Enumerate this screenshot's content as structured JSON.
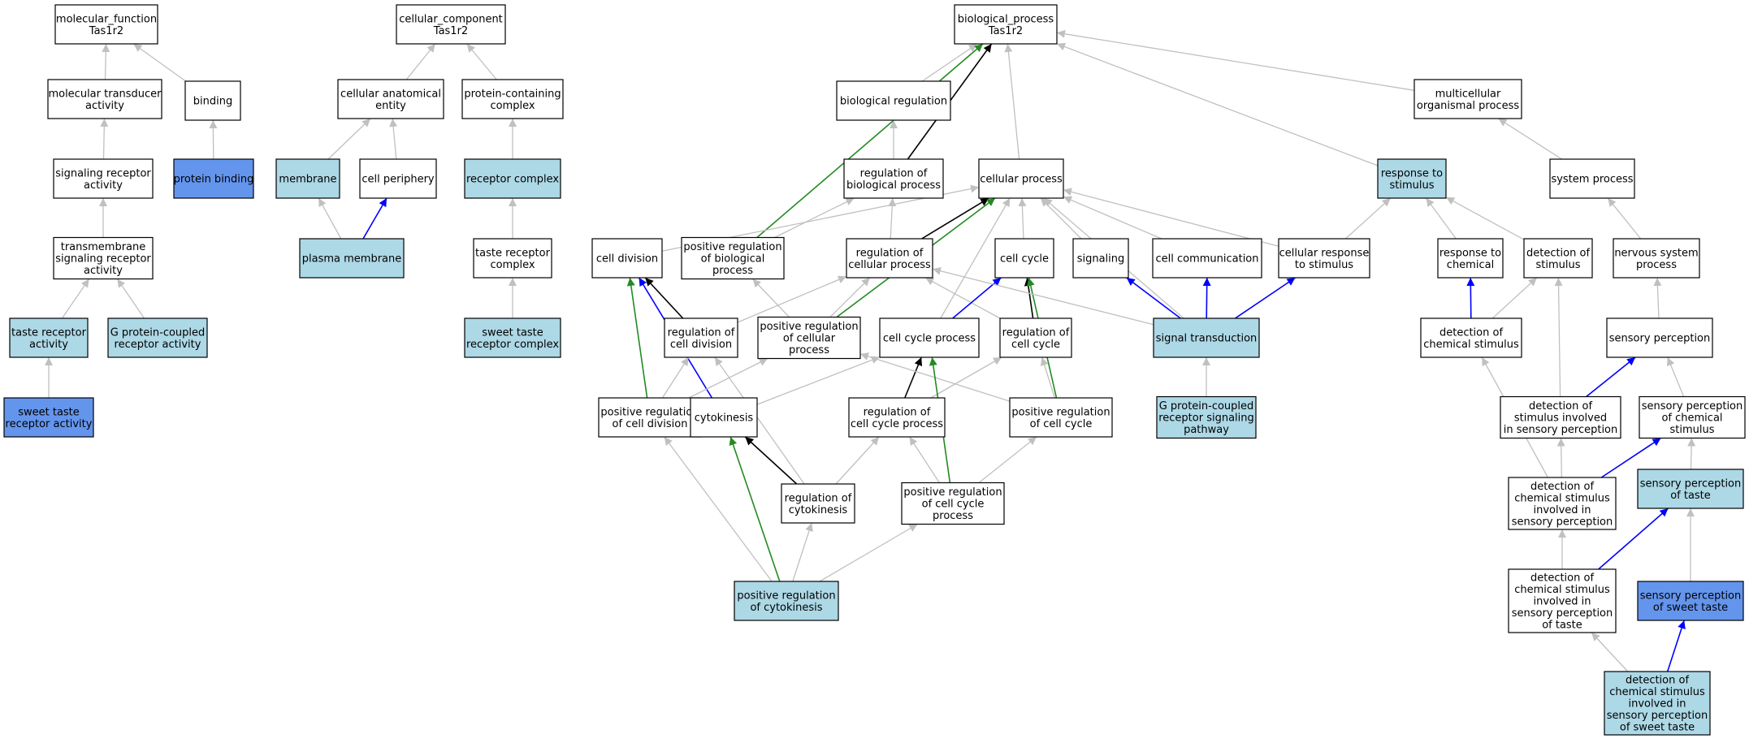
{
  "colors": {
    "plain": "#ffffff",
    "light": "#add8e6",
    "dark": "#6495ed",
    "gray": "#c0c0c0",
    "black": "#000000",
    "blue": "#0000ff",
    "green": "#228b22"
  },
  "nodes": [
    {
      "id": "mf",
      "lines": [
        "molecular_function",
        "Tas1r2"
      ],
      "style": "plain"
    },
    {
      "id": "mta",
      "lines": [
        "molecular transducer",
        "activity"
      ],
      "style": "plain"
    },
    {
      "id": "binding",
      "lines": [
        "binding"
      ],
      "style": "plain"
    },
    {
      "id": "sra",
      "lines": [
        "signaling receptor",
        "activity"
      ],
      "style": "plain"
    },
    {
      "id": "pb",
      "lines": [
        "protein binding"
      ],
      "style": "dark"
    },
    {
      "id": "tsra",
      "lines": [
        "transmembrane",
        "signaling receptor",
        "activity"
      ],
      "style": "plain"
    },
    {
      "id": "tra",
      "lines": [
        "taste receptor",
        "activity"
      ],
      "style": "light"
    },
    {
      "id": "gpcra",
      "lines": [
        "G protein-coupled",
        "receptor activity"
      ],
      "style": "light"
    },
    {
      "id": "stra",
      "lines": [
        "sweet taste",
        "receptor activity"
      ],
      "style": "dark"
    },
    {
      "id": "cc",
      "lines": [
        "cellular_component",
        "Tas1r2"
      ],
      "style": "plain"
    },
    {
      "id": "cae",
      "lines": [
        "cellular anatomical",
        "entity"
      ],
      "style": "plain"
    },
    {
      "id": "pcc",
      "lines": [
        "protein-containing",
        "complex"
      ],
      "style": "plain"
    },
    {
      "id": "membrane",
      "lines": [
        "membrane"
      ],
      "style": "light"
    },
    {
      "id": "cp",
      "lines": [
        "cell periphery"
      ],
      "style": "plain"
    },
    {
      "id": "rc",
      "lines": [
        "receptor complex"
      ],
      "style": "light"
    },
    {
      "id": "pm",
      "lines": [
        "plasma membrane"
      ],
      "style": "light"
    },
    {
      "id": "trc",
      "lines": [
        "taste receptor",
        "complex"
      ],
      "style": "plain"
    },
    {
      "id": "strc",
      "lines": [
        "sweet taste",
        "receptor complex"
      ],
      "style": "light"
    },
    {
      "id": "bp",
      "lines": [
        "biological_process",
        "Tas1r2"
      ],
      "style": "plain"
    },
    {
      "id": "breg",
      "lines": [
        "biological regulation"
      ],
      "style": "plain"
    },
    {
      "id": "mop",
      "lines": [
        "multicellular",
        "organismal process"
      ],
      "style": "plain"
    },
    {
      "id": "rbp",
      "lines": [
        "regulation of",
        "biological process"
      ],
      "style": "plain"
    },
    {
      "id": "cellp",
      "lines": [
        "cellular process"
      ],
      "style": "plain"
    },
    {
      "id": "rts",
      "lines": [
        "response to",
        "stimulus"
      ],
      "style": "light"
    },
    {
      "id": "sysp",
      "lines": [
        "system process"
      ],
      "style": "plain"
    },
    {
      "id": "celldiv",
      "lines": [
        "cell division"
      ],
      "style": "plain"
    },
    {
      "id": "prbp",
      "lines": [
        "positive regulation",
        "of biological",
        "process"
      ],
      "style": "plain"
    },
    {
      "id": "rcp",
      "lines": [
        "regulation of",
        "cellular process"
      ],
      "style": "plain"
    },
    {
      "id": "cellcycle",
      "lines": [
        "cell cycle"
      ],
      "style": "plain"
    },
    {
      "id": "signaling",
      "lines": [
        "signaling"
      ],
      "style": "plain"
    },
    {
      "id": "ccomm",
      "lines": [
        "cell communication"
      ],
      "style": "plain"
    },
    {
      "id": "crts",
      "lines": [
        "cellular response",
        "to stimulus"
      ],
      "style": "plain"
    },
    {
      "id": "rtc",
      "lines": [
        "response to",
        "chemical"
      ],
      "style": "plain"
    },
    {
      "id": "dos",
      "lines": [
        "detection of",
        "stimulus"
      ],
      "style": "plain"
    },
    {
      "id": "nsp",
      "lines": [
        "nervous system",
        "process"
      ],
      "style": "plain"
    },
    {
      "id": "rcd",
      "lines": [
        "regulation of",
        "cell division"
      ],
      "style": "plain"
    },
    {
      "id": "prcp",
      "lines": [
        "positive regulation",
        "of cellular",
        "process"
      ],
      "style": "plain"
    },
    {
      "id": "ccprocess",
      "lines": [
        "cell cycle process"
      ],
      "style": "plain"
    },
    {
      "id": "rcc",
      "lines": [
        "regulation of",
        "cell cycle"
      ],
      "style": "plain"
    },
    {
      "id": "st",
      "lines": [
        "signal transduction"
      ],
      "style": "light"
    },
    {
      "id": "docs",
      "lines": [
        "detection of",
        "chemical stimulus"
      ],
      "style": "plain"
    },
    {
      "id": "sensp",
      "lines": [
        "sensory perception"
      ],
      "style": "plain"
    },
    {
      "id": "prcd",
      "lines": [
        "positive regulation",
        "of cell division"
      ],
      "style": "plain"
    },
    {
      "id": "cytok",
      "lines": [
        "cytokinesis"
      ],
      "style": "plain"
    },
    {
      "id": "rccp",
      "lines": [
        "regulation of",
        "cell cycle process"
      ],
      "style": "plain"
    },
    {
      "id": "prcc",
      "lines": [
        "positive regulation",
        "of cell cycle"
      ],
      "style": "plain"
    },
    {
      "id": "gpcrsp",
      "lines": [
        "G protein-coupled",
        "receptor signaling",
        "pathway"
      ],
      "style": "light"
    },
    {
      "id": "dosisp",
      "lines": [
        "detection of",
        "stimulus involved",
        "in sensory perception"
      ],
      "style": "plain"
    },
    {
      "id": "spcs",
      "lines": [
        "sensory perception",
        "of chemical",
        "stimulus"
      ],
      "style": "plain"
    },
    {
      "id": "rcytok",
      "lines": [
        "regulation of",
        "cytokinesis"
      ],
      "style": "plain"
    },
    {
      "id": "prccp",
      "lines": [
        "positive regulation",
        "of cell cycle",
        "process"
      ],
      "style": "plain"
    },
    {
      "id": "docsisp",
      "lines": [
        "detection of",
        "chemical stimulus",
        "involved in",
        "sensory perception"
      ],
      "style": "plain"
    },
    {
      "id": "spt",
      "lines": [
        "sensory perception",
        "of taste"
      ],
      "style": "light"
    },
    {
      "id": "prcytok",
      "lines": [
        "positive regulation",
        "of cytokinesis"
      ],
      "style": "light"
    },
    {
      "id": "docsispt",
      "lines": [
        "detection of",
        "chemical stimulus",
        "involved in",
        "sensory perception",
        "of taste"
      ],
      "style": "plain"
    },
    {
      "id": "spst",
      "lines": [
        "sensory perception",
        "of sweet taste"
      ],
      "style": "dark"
    },
    {
      "id": "docsispst",
      "lines": [
        "detection of",
        "chemical stimulus",
        "involved in",
        "sensory perception",
        "of sweet taste"
      ],
      "style": "light"
    }
  ],
  "edges": [
    [
      "mta",
      "mf",
      "gray"
    ],
    [
      "binding",
      "mf",
      "gray"
    ],
    [
      "sra",
      "mta",
      "gray"
    ],
    [
      "pb",
      "binding",
      "gray"
    ],
    [
      "tsra",
      "sra",
      "gray"
    ],
    [
      "tra",
      "tsra",
      "gray"
    ],
    [
      "gpcra",
      "tsra",
      "gray"
    ],
    [
      "stra",
      "tra",
      "gray"
    ],
    [
      "cae",
      "cc",
      "gray"
    ],
    [
      "pcc",
      "cc",
      "gray"
    ],
    [
      "membrane",
      "cae",
      "gray"
    ],
    [
      "cp",
      "cae",
      "gray"
    ],
    [
      "rc",
      "pcc",
      "gray"
    ],
    [
      "pm",
      "membrane",
      "gray"
    ],
    [
      "pm",
      "cp",
      "blue"
    ],
    [
      "trc",
      "rc",
      "gray"
    ],
    [
      "strc",
      "trc",
      "gray"
    ],
    [
      "breg",
      "bp",
      "gray"
    ],
    [
      "rbp",
      "bp",
      "black"
    ],
    [
      "cellp",
      "bp",
      "gray"
    ],
    [
      "mop",
      "bp",
      "gray"
    ],
    [
      "rts",
      "bp",
      "gray"
    ],
    [
      "prbp",
      "bp",
      "green"
    ],
    [
      "rbp",
      "breg",
      "gray"
    ],
    [
      "sysp",
      "mop",
      "gray"
    ],
    [
      "celldiv",
      "cellp",
      "gray"
    ],
    [
      "prbp",
      "rbp",
      "gray"
    ],
    [
      "rcp",
      "rbp",
      "gray"
    ],
    [
      "rcp",
      "cellp",
      "black"
    ],
    [
      "cellcycle",
      "cellp",
      "gray"
    ],
    [
      "signaling",
      "cellp",
      "gray"
    ],
    [
      "ccomm",
      "cellp",
      "gray"
    ],
    [
      "crts",
      "cellp",
      "gray"
    ],
    [
      "st",
      "cellp",
      "gray"
    ],
    [
      "ccprocess",
      "cellp",
      "gray"
    ],
    [
      "prcp",
      "cellp",
      "green"
    ],
    [
      "crts",
      "rts",
      "gray"
    ],
    [
      "rtc",
      "rts",
      "gray"
    ],
    [
      "dos",
      "rts",
      "gray"
    ],
    [
      "nsp",
      "sysp",
      "gray"
    ],
    [
      "rcd",
      "celldiv",
      "black"
    ],
    [
      "prcd",
      "celldiv",
      "green"
    ],
    [
      "cytok",
      "celldiv",
      "blue"
    ],
    [
      "prcp",
      "prbp",
      "gray"
    ],
    [
      "prcp",
      "rcp",
      "gray"
    ],
    [
      "rcd",
      "rcp",
      "gray"
    ],
    [
      "rcc",
      "rcp",
      "gray"
    ],
    [
      "ccprocess",
      "cellcycle",
      "blue"
    ],
    [
      "rcc",
      "cellcycle",
      "black"
    ],
    [
      "prcc",
      "cellcycle",
      "green"
    ],
    [
      "st",
      "signaling",
      "blue"
    ],
    [
      "st",
      "ccomm",
      "blue"
    ],
    [
      "st",
      "crts",
      "blue"
    ],
    [
      "st",
      "rcp",
      "gray"
    ],
    [
      "gpcrsp",
      "st",
      "gray"
    ],
    [
      "docs",
      "rtc",
      "blue"
    ],
    [
      "docs",
      "dos",
      "gray"
    ],
    [
      "sensp",
      "nsp",
      "gray"
    ],
    [
      "prcd",
      "rcd",
      "gray"
    ],
    [
      "prcd",
      "prcp",
      "gray"
    ],
    [
      "cytok",
      "ccprocess",
      "gray"
    ],
    [
      "rccp",
      "ccprocess",
      "black"
    ],
    [
      "rccp",
      "rcc",
      "gray"
    ],
    [
      "prcc",
      "rcc",
      "gray"
    ],
    [
      "prcc",
      "prcp",
      "gray"
    ],
    [
      "dosisp",
      "dos",
      "gray"
    ],
    [
      "dosisp",
      "sensp",
      "blue"
    ],
    [
      "spcs",
      "sensp",
      "gray"
    ],
    [
      "rcytok",
      "cytok",
      "black"
    ],
    [
      "rcytok",
      "rcd",
      "gray"
    ],
    [
      "rcytok",
      "rccp",
      "gray"
    ],
    [
      "prccp",
      "ccprocess",
      "green"
    ],
    [
      "prccp",
      "rccp",
      "gray"
    ],
    [
      "prccp",
      "prcc",
      "gray"
    ],
    [
      "docsisp",
      "dosisp",
      "gray"
    ],
    [
      "docsisp",
      "docs",
      "gray"
    ],
    [
      "docsisp",
      "spcs",
      "blue"
    ],
    [
      "spt",
      "spcs",
      "gray"
    ],
    [
      "prcytok",
      "prcd",
      "gray"
    ],
    [
      "prcytok",
      "cytok",
      "green"
    ],
    [
      "prcytok",
      "rcytok",
      "gray"
    ],
    [
      "prcytok",
      "prccp",
      "gray"
    ],
    [
      "docsispt",
      "docsisp",
      "gray"
    ],
    [
      "docsispt",
      "spt",
      "blue"
    ],
    [
      "spst",
      "spt",
      "gray"
    ],
    [
      "docsispst",
      "docsispt",
      "gray"
    ],
    [
      "docsispst",
      "spst",
      "blue"
    ]
  ]
}
